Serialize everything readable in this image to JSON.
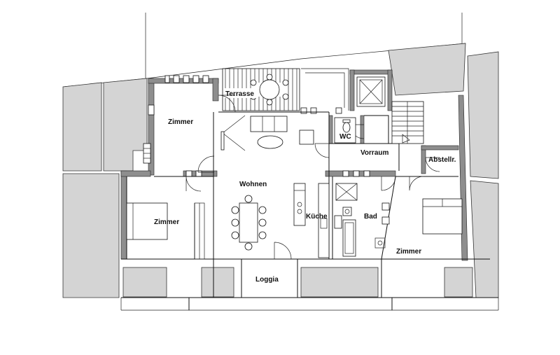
{
  "rooms": {
    "terrasse": "Terrasse",
    "zimmer_nw": "Zimmer",
    "wc": "WC",
    "vorraum": "Vorraum",
    "abstellraum": "Abstellr.",
    "wohnen": "Wohnen",
    "zimmer_w": "Zimmer",
    "kueche": "Küche",
    "bad": "Bad",
    "zimmer_e": "Zimmer",
    "loggia": "Loggia"
  },
  "colors": {
    "wall": "#8e8e8e",
    "neighbour": "#d4d4d4",
    "line": "#111111"
  }
}
